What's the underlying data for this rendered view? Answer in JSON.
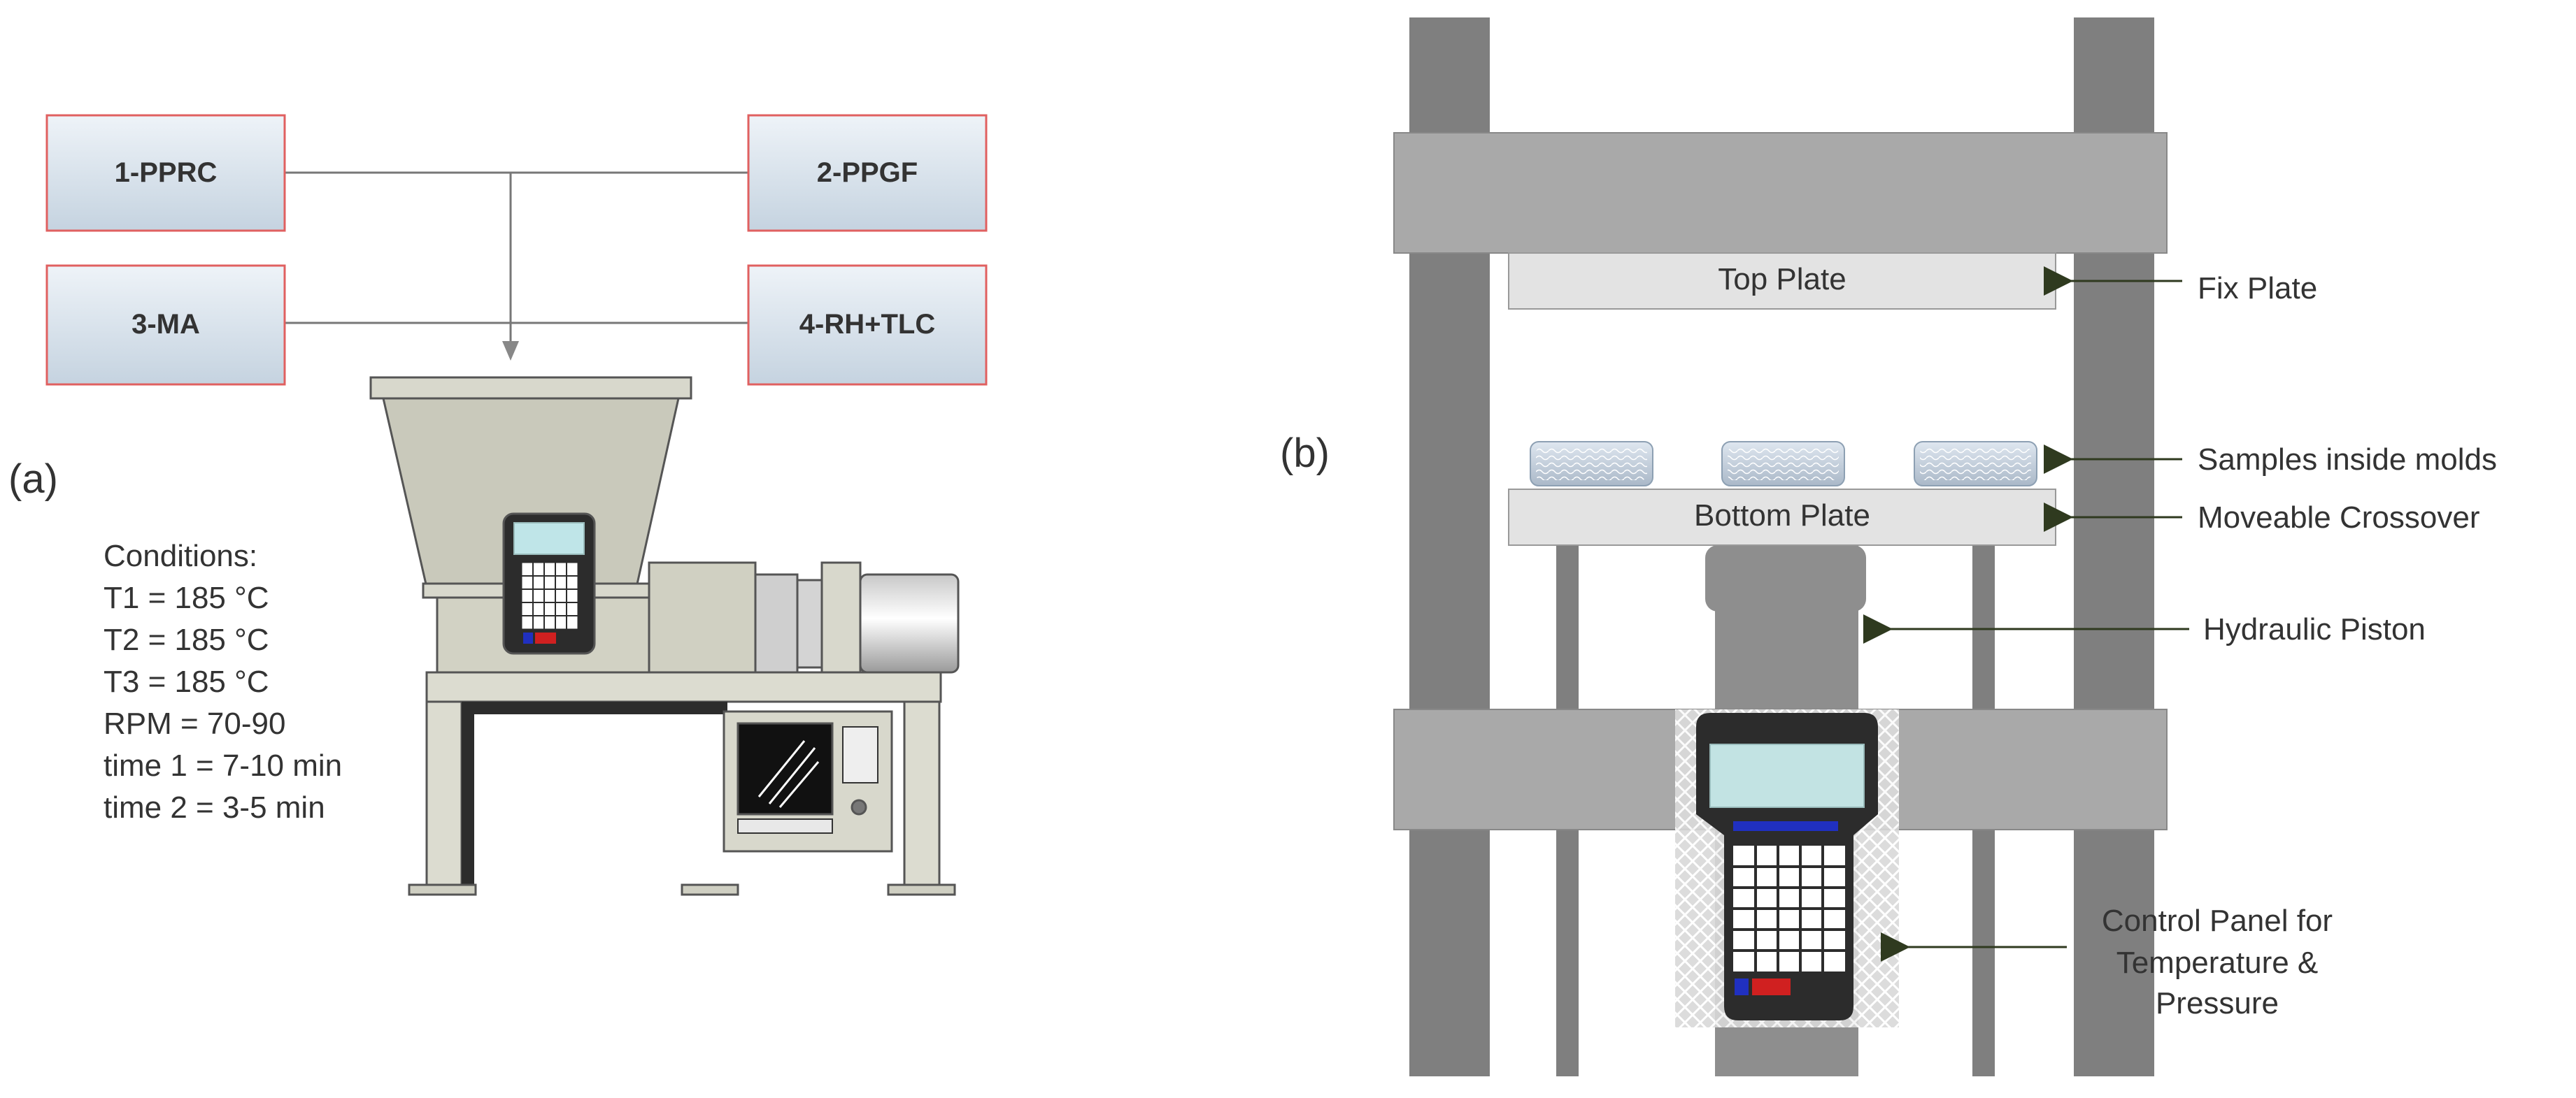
{
  "panel_a": {
    "label": "(a)",
    "inputs": [
      "1-PPRC",
      "2-PPGF",
      "3-MA",
      "4-RH+TLC"
    ],
    "conditions": {
      "title": "Conditions:",
      "lines": [
        "T1 = 185 °C",
        "T2 = 185 °C",
        "T3 = 185 °C",
        "RPM = 70-90",
        "time 1 = 7-10 min",
        "time 2 = 3-5 min"
      ]
    }
  },
  "panel_b": {
    "label": "(b)",
    "plates": {
      "top": "Top Plate",
      "bottom": "Bottom Plate"
    },
    "callouts": {
      "fix_plate": "Fix Plate",
      "samples": "Samples inside molds",
      "crossover": "Moveable Crossover",
      "piston": "Hydraulic Piston",
      "control_1": "Control Panel for",
      "control_2": "Temperature &",
      "control_3": "Pressure"
    }
  },
  "colors": {
    "box_border": "#e06060",
    "box_fill_top": "#eef3f8",
    "box_fill_bottom": "#c5d3e0",
    "frame_dark": "#8a8a8a",
    "frame_mid": "#a8a8a8",
    "plate": "#e2e2e2",
    "machine": "#d8d8cc",
    "arrow": "#2f3a1f"
  }
}
